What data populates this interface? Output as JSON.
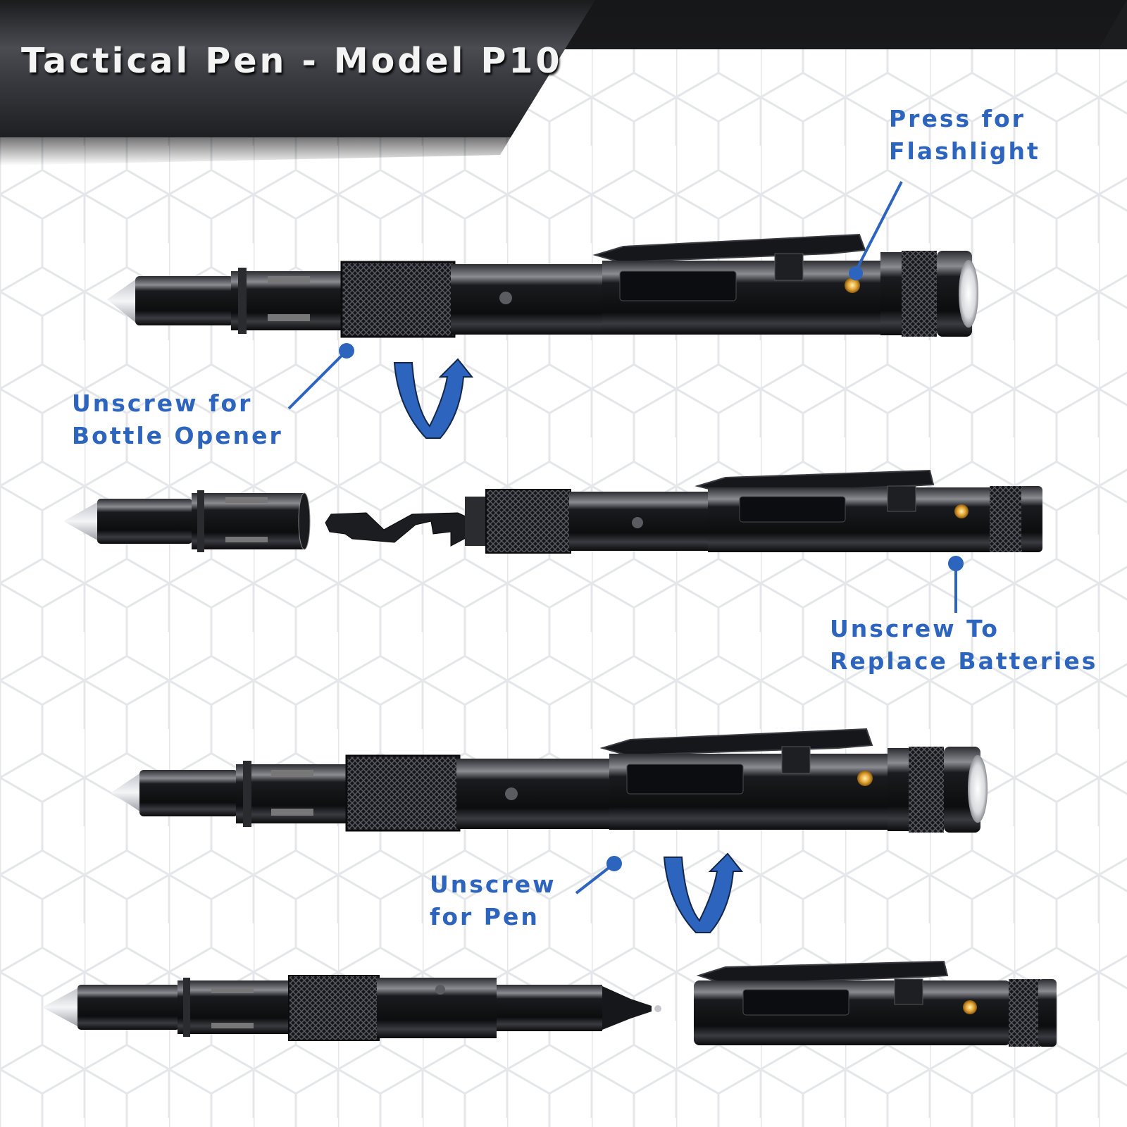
{
  "header": {
    "title": "Tactical Pen - Model P10"
  },
  "callouts": {
    "flashlight": {
      "line1": "Press for",
      "line2": "Flashlight"
    },
    "bottle_opener": {
      "line1": "Unscrew for",
      "line2": "Bottle Opener"
    },
    "batteries": {
      "line1": "Unscrew To",
      "line2": "Replace Batteries"
    },
    "pen": {
      "line1": "Unscrew",
      "line2": "for Pen"
    }
  },
  "colors": {
    "accent_blue": "#2d64bd",
    "banner_dark": "#2a2b2e",
    "pen_black": "#111214",
    "led_amber": "#e0a030"
  },
  "sections": [
    {
      "id": "assembled-top",
      "description": "Assembled tactical pen with glass breaker tip, knurled grip, pocket clip and flashlight"
    },
    {
      "id": "disassembled-opener",
      "description": "Tip cap removed revealing bottle opener tool; flashlight body"
    },
    {
      "id": "assembled-middle",
      "description": "Assembled tactical pen"
    },
    {
      "id": "disassembled-pen",
      "description": "Ballpoint pen section separated from flashlight body"
    }
  ]
}
